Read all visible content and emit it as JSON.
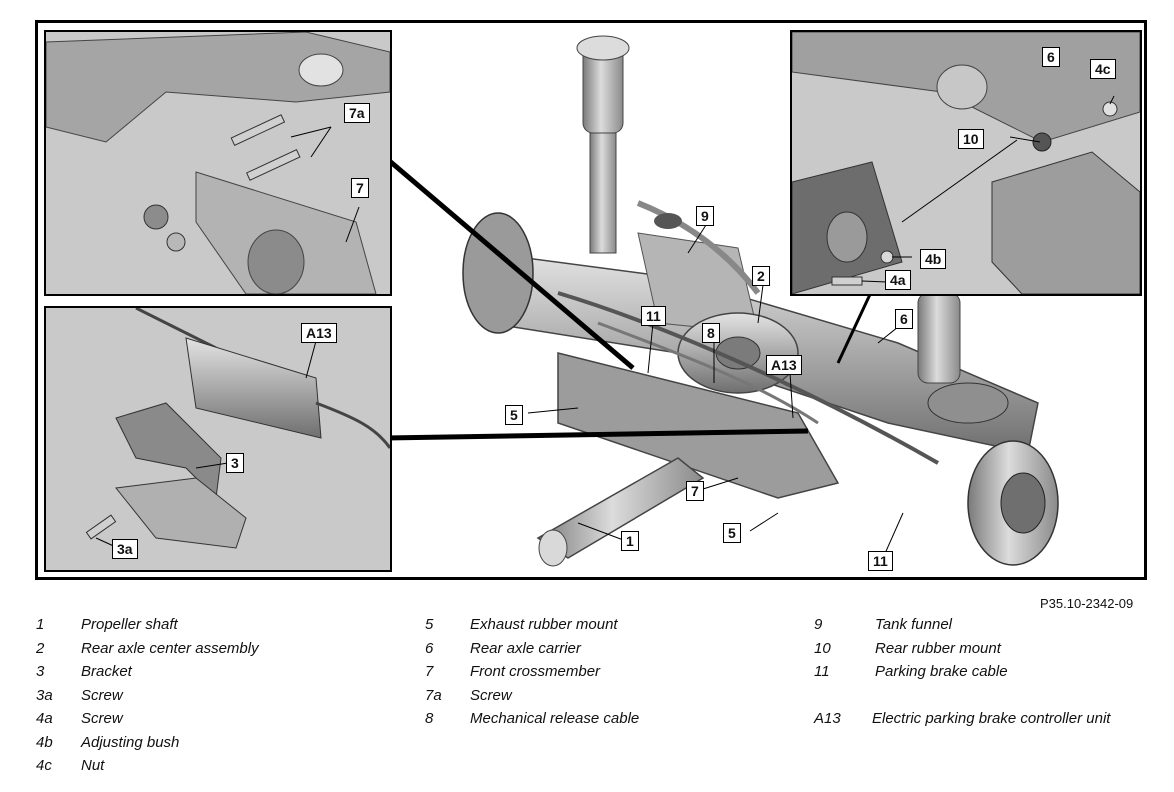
{
  "doc_code": "P35.10-2342-09",
  "callouts": {
    "inset_top_left": [
      "7a",
      "7"
    ],
    "inset_bottom_left": [
      "A13",
      "3",
      "3a"
    ],
    "inset_top_right": [
      "6",
      "4c",
      "10",
      "4b",
      "4a"
    ],
    "main": [
      "9",
      "2",
      "6",
      "11",
      "8",
      "A13",
      "5",
      "7",
      "1",
      "5",
      "11"
    ]
  },
  "legend": {
    "col1": [
      {
        "num": "1",
        "text": "Propeller shaft"
      },
      {
        "num": "2",
        "text": "Rear axle center assembly"
      },
      {
        "num": "3",
        "text": "Bracket"
      },
      {
        "num": "3a",
        "text": "Screw"
      },
      {
        "num": "4a",
        "text": "Screw"
      },
      {
        "num": "4b",
        "text": "Adjusting bush"
      },
      {
        "num": "4c",
        "text": "Nut"
      }
    ],
    "col2": [
      {
        "num": "5",
        "text": "Exhaust rubber mount"
      },
      {
        "num": "6",
        "text": "Rear axle carrier"
      },
      {
        "num": "7",
        "text": "Front crossmember"
      },
      {
        "num": "7a",
        "text": "Screw"
      },
      {
        "num": "8",
        "text": "Mechanical release cable"
      }
    ],
    "col3": [
      {
        "num": "9",
        "text": "Tank funnel"
      },
      {
        "num": "10",
        "text": "Rear rubber mount"
      },
      {
        "num": "11",
        "text": "Parking brake cable"
      },
      {
        "num": "",
        "text": ""
      },
      {
        "num": "A13",
        "text": "Electric parking brake controller unit"
      }
    ]
  },
  "colors": {
    "frame": "#000000",
    "inset_background": "#c9c9c9",
    "part_metal": "#a8a8a8",
    "part_dark": "#6e6e6e",
    "part_light": "#d8d8d8"
  }
}
